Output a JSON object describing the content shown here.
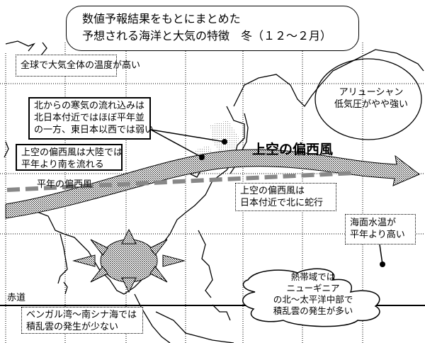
{
  "title": {
    "line1": "数値予報結果をもとにまとめた",
    "line2": "予想される海洋と大気の特徴　冬（１２～２月）"
  },
  "notes": {
    "global_temp": "全球で大気全体の温度が高い",
    "cold_air": [
      "北からの寒気の流れ込みは",
      "北日本付近ではほぼ平年並",
      "の一方、東日本以西では弱い"
    ],
    "westerly_continent": [
      "上空の偏西風は大陸では",
      "平年より南を流れる"
    ],
    "aleutian": [
      "アリューシャン",
      "低気圧がやや強い"
    ],
    "westerly_label": "上空の偏西風",
    "normal_westerly": "平年の偏西風",
    "westerly_japan": [
      "上空の偏西風は",
      "日本付近で北に蛇行"
    ],
    "sst": [
      "海面水温が",
      "平年より高い"
    ],
    "tropics": [
      "熱帯域では",
      "ニューギニア",
      "の北～太平洋中部で",
      "積乱雲の発生が多い"
    ],
    "equator": "赤道",
    "bengal": [
      "ベンガル湾～南シナ海では",
      "積乱雲の発生が少ない"
    ]
  },
  "colors": {
    "line": "#000000",
    "hatch": "#777777",
    "background": "#ffffff"
  }
}
